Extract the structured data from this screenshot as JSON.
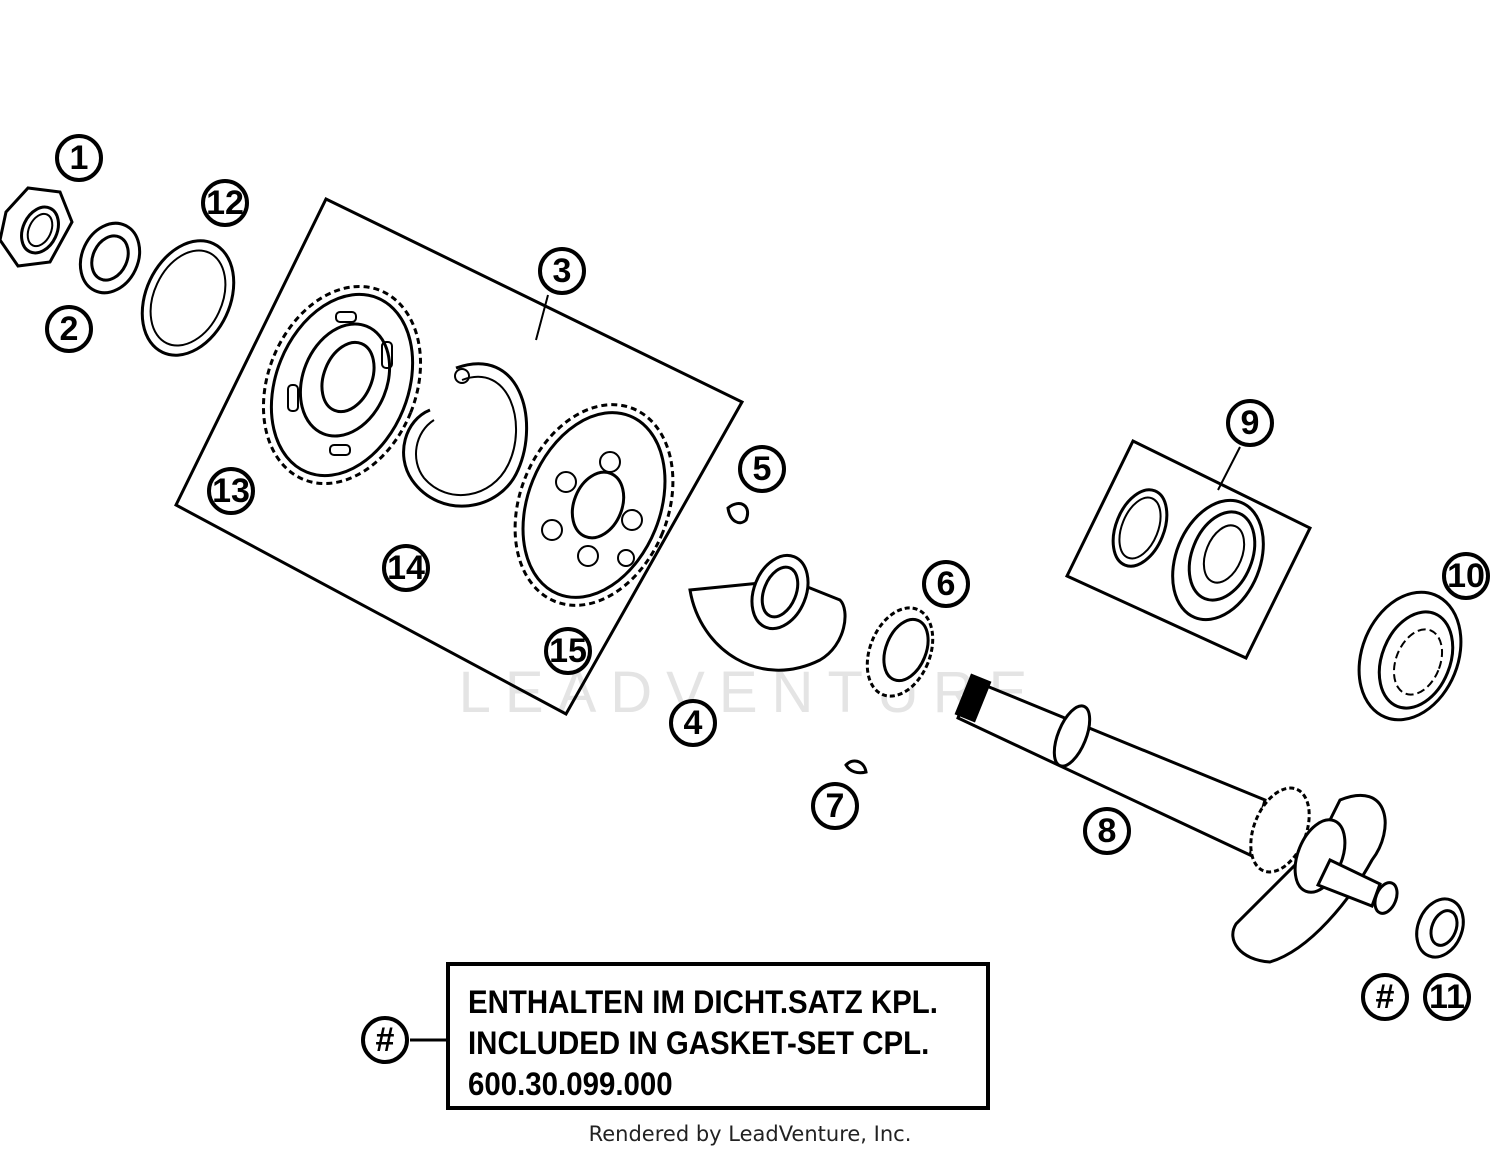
{
  "watermark": "LEADVENTURE",
  "callouts": [
    "1",
    "2",
    "3",
    "4",
    "5",
    "6",
    "7",
    "8",
    "9",
    "10",
    "11",
    "12",
    "13",
    "14",
    "15",
    "#",
    "#"
  ],
  "note": {
    "line1": "ENTHALTEN IM DICHT.SATZ KPL.",
    "line2": "INCLUDED IN GASKET-SET CPL.",
    "line3": "600.30.099.000"
  },
  "credit": "Rendered by LeadVenture, Inc."
}
